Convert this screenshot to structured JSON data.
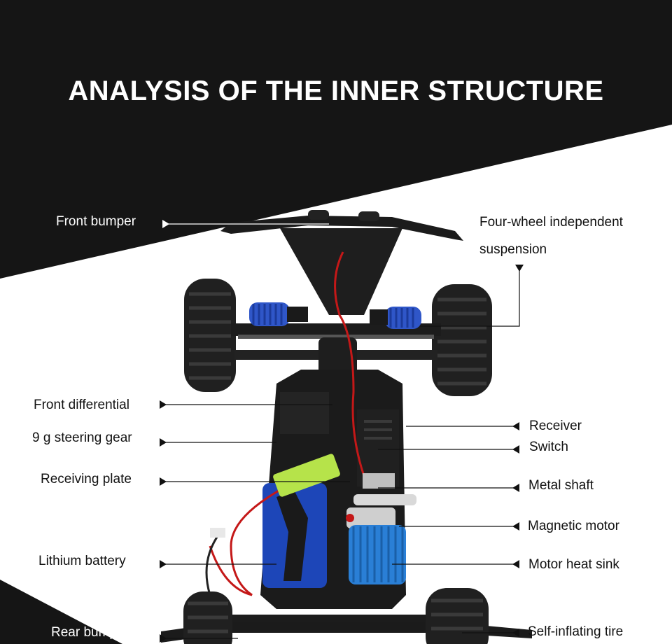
{
  "title": "ANALYSIS OF THE INNER STRUCTURE",
  "colors": {
    "background_dark": "#151515",
    "background_light": "#ffffff",
    "chassis": "#1b1b1b",
    "tire": "#202020",
    "shock_blue": "#2f56c8",
    "battery_blue": "#1d46b8",
    "heatsink_blue": "#2a7fd6",
    "connector_green": "#b6e34a",
    "wire_red": "#c41818"
  },
  "labels": {
    "front_bumper": "Front bumper",
    "suspension_line1": "Four-wheel independent",
    "suspension_line2": "suspension",
    "front_differential": "Front differential",
    "steering_gear": "9 g steering gear",
    "receiving_plate": "Receiving plate",
    "lithium_battery": "Lithium battery",
    "rear_bumper": "Rear bumper",
    "receiver": "Receiver",
    "switch": "Switch",
    "metal_shaft": "Metal shaft",
    "magnetic_motor": "Magnetic motor",
    "motor_heat_sink": "Motor heat sink",
    "self_inflating_tire": "Self-inflating tire"
  }
}
